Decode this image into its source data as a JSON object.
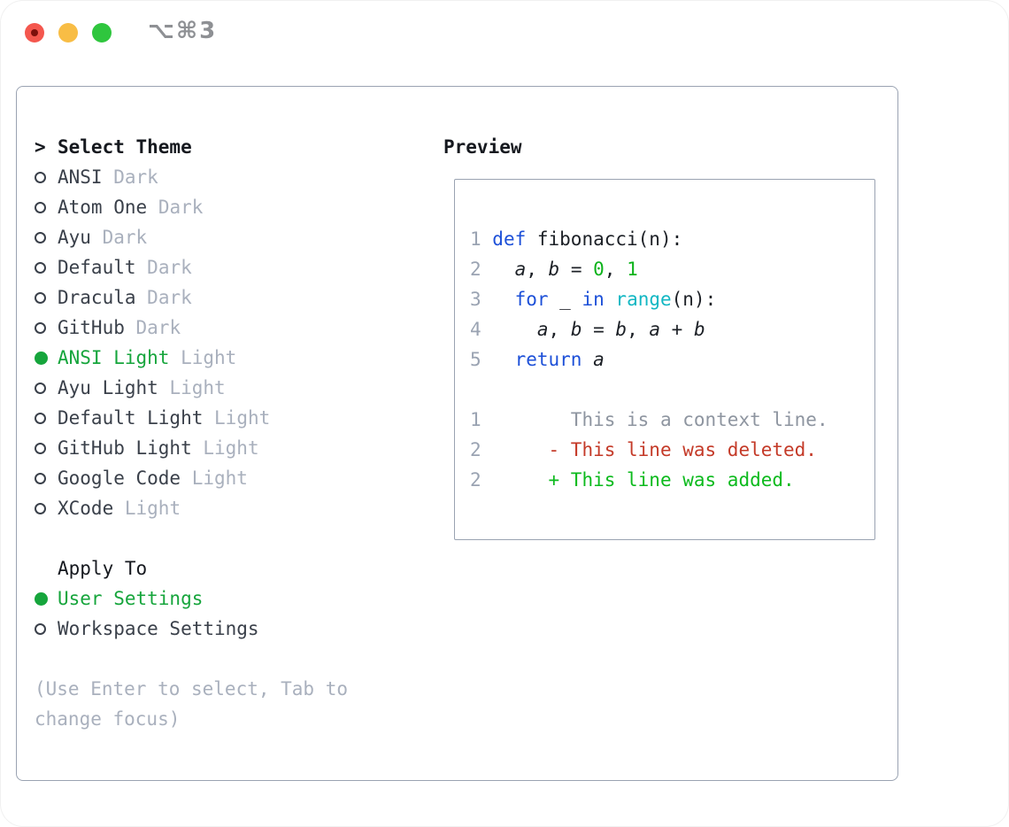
{
  "window": {
    "title": "⌥⌘3",
    "traffic_lights": [
      "close-button",
      "minimize-button",
      "zoom-button"
    ]
  },
  "left_panel": {
    "header": {
      "marker": ">",
      "label": "Select Theme"
    },
    "themes": [
      {
        "name": "ANSI",
        "variant": "Dark",
        "selected": false
      },
      {
        "name": "Atom One",
        "variant": "Dark",
        "selected": false
      },
      {
        "name": "Ayu",
        "variant": "Dark",
        "selected": false
      },
      {
        "name": "Default",
        "variant": "Dark",
        "selected": false
      },
      {
        "name": "Dracula",
        "variant": "Dark",
        "selected": false
      },
      {
        "name": "GitHub",
        "variant": "Dark",
        "selected": false
      },
      {
        "name": "ANSI Light",
        "variant": "Light",
        "selected": true
      },
      {
        "name": "Ayu Light",
        "variant": "Light",
        "selected": false
      },
      {
        "name": "Default Light",
        "variant": "Light",
        "selected": false
      },
      {
        "name": "GitHub Light",
        "variant": "Light",
        "selected": false
      },
      {
        "name": "Google Code",
        "variant": "Light",
        "selected": false
      },
      {
        "name": "XCode",
        "variant": "Light",
        "selected": false
      }
    ],
    "apply_to": {
      "label": "Apply To",
      "options": [
        {
          "name": "User Settings",
          "selected": true
        },
        {
          "name": "Workspace Settings",
          "selected": false
        }
      ]
    },
    "hint": "(Use Enter to select, Tab to change focus)"
  },
  "preview": {
    "label": "Preview",
    "code_lines": [
      {
        "number": "1",
        "tokens": [
          {
            "t": "def",
            "c": "kw"
          },
          {
            "t": " fibonacci(n):",
            "c": "pl"
          }
        ]
      },
      {
        "number": "2",
        "tokens": [
          {
            "t": "  ",
            "c": "pl"
          },
          {
            "t": "a",
            "c": "var"
          },
          {
            "t": ", ",
            "c": "pl"
          },
          {
            "t": "b",
            "c": "var"
          },
          {
            "t": " = ",
            "c": "pl"
          },
          {
            "t": "0",
            "c": "num"
          },
          {
            "t": ", ",
            "c": "pl"
          },
          {
            "t": "1",
            "c": "num"
          }
        ]
      },
      {
        "number": "3",
        "tokens": [
          {
            "t": "  ",
            "c": "pl"
          },
          {
            "t": "for",
            "c": "kw"
          },
          {
            "t": " _ ",
            "c": "pl"
          },
          {
            "t": "in",
            "c": "kw"
          },
          {
            "t": " ",
            "c": "pl"
          },
          {
            "t": "range",
            "c": "fn"
          },
          {
            "t": "(n):",
            "c": "pl"
          }
        ]
      },
      {
        "number": "4",
        "tokens": [
          {
            "t": "    ",
            "c": "pl"
          },
          {
            "t": "a",
            "c": "var"
          },
          {
            "t": ", ",
            "c": "pl"
          },
          {
            "t": "b",
            "c": "var"
          },
          {
            "t": " = ",
            "c": "pl"
          },
          {
            "t": "b",
            "c": "var"
          },
          {
            "t": ", ",
            "c": "pl"
          },
          {
            "t": "a",
            "c": "var"
          },
          {
            "t": " + ",
            "c": "pl"
          },
          {
            "t": "b",
            "c": "var"
          }
        ]
      },
      {
        "number": "5",
        "tokens": [
          {
            "t": "  ",
            "c": "pl"
          },
          {
            "t": "return",
            "c": "kw"
          },
          {
            "t": " ",
            "c": "pl"
          },
          {
            "t": "a",
            "c": "var"
          }
        ]
      }
    ],
    "diff_lines": [
      {
        "number": "1",
        "tokens": [
          {
            "t": "       This is a context line.",
            "c": "ctx"
          }
        ]
      },
      {
        "number": "2",
        "tokens": [
          {
            "t": "     ",
            "c": "pl"
          },
          {
            "t": "- This line was deleted.",
            "c": "del"
          }
        ]
      },
      {
        "number": "2",
        "tokens": [
          {
            "t": "     ",
            "c": "pl"
          },
          {
            "t": "+ This line was added.",
            "c": "add"
          }
        ]
      }
    ]
  },
  "colors": {
    "header_dark": "#16191f",
    "list_text": "#3a404a",
    "code_dark": "#1c2026",
    "muted_gray": "#a9b0bd",
    "border_gray": "#9aa3b2",
    "context_gray": "#8e95a0",
    "accent_green": "#16a53c",
    "keyword_blue": "#1d50d8",
    "function_cyan": "#12b7c3",
    "number_green": "#0db31b",
    "added_green": "#0cba1d",
    "deleted_red": "#c43a28",
    "title_gray": "#8e9094",
    "traffic_red": "#f4574e",
    "traffic_dot": "#7d100c",
    "traffic_yellow": "#f8bd45",
    "traffic_green": "#2fc63e"
  }
}
